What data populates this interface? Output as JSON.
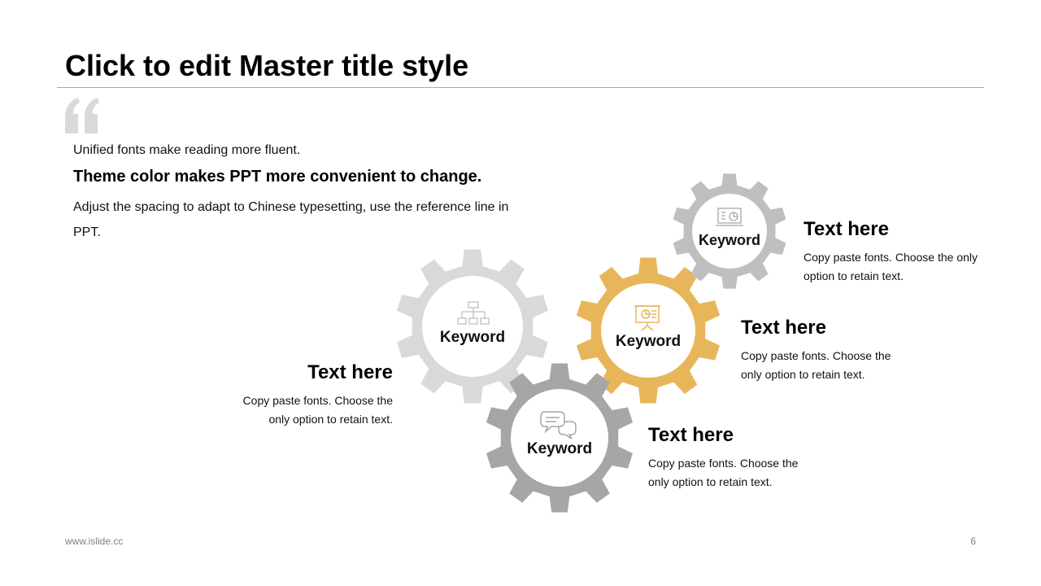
{
  "slide": {
    "title": "Click to edit Master title style",
    "intro": {
      "line1": "Unified fonts make reading more fluent.",
      "line2": "Theme color makes PPT more convenient to change.",
      "line3": "Adjust the spacing to adapt to Chinese typesetting, use the reference line in PPT."
    },
    "colors": {
      "gold": "#E8B65A",
      "silver": "#BFBFBF",
      "light_gray": "#D9D9D9",
      "dark_gray": "#A6A6A6",
      "quote": "#D9D9D9"
    },
    "gears": [
      {
        "label": "Keyword",
        "icon": "org-chart-icon",
        "color": "#D9D9D9"
      },
      {
        "label": "Keyword",
        "icon": "presentation-board-icon",
        "color": "#E8B65A"
      },
      {
        "label": "Keyword",
        "icon": "chat-bubbles-icon",
        "color": "#A6A6A6"
      },
      {
        "label": "Keyword",
        "icon": "laptop-chart-icon",
        "color": "#BFBFBF"
      }
    ],
    "blocks": [
      {
        "title": "Text here",
        "body": "Copy paste fonts. Choose the only option to retain text."
      },
      {
        "title": "Text here",
        "body": "Copy paste fonts. Choose the only option to retain text."
      },
      {
        "title": "Text here",
        "body": "Copy paste fonts. Choose the only option to retain text."
      },
      {
        "title": "Text here",
        "body": "Copy paste fonts. Choose the only option to retain text."
      }
    ],
    "footer": {
      "url": "www.islide.cc",
      "page": "6"
    }
  }
}
